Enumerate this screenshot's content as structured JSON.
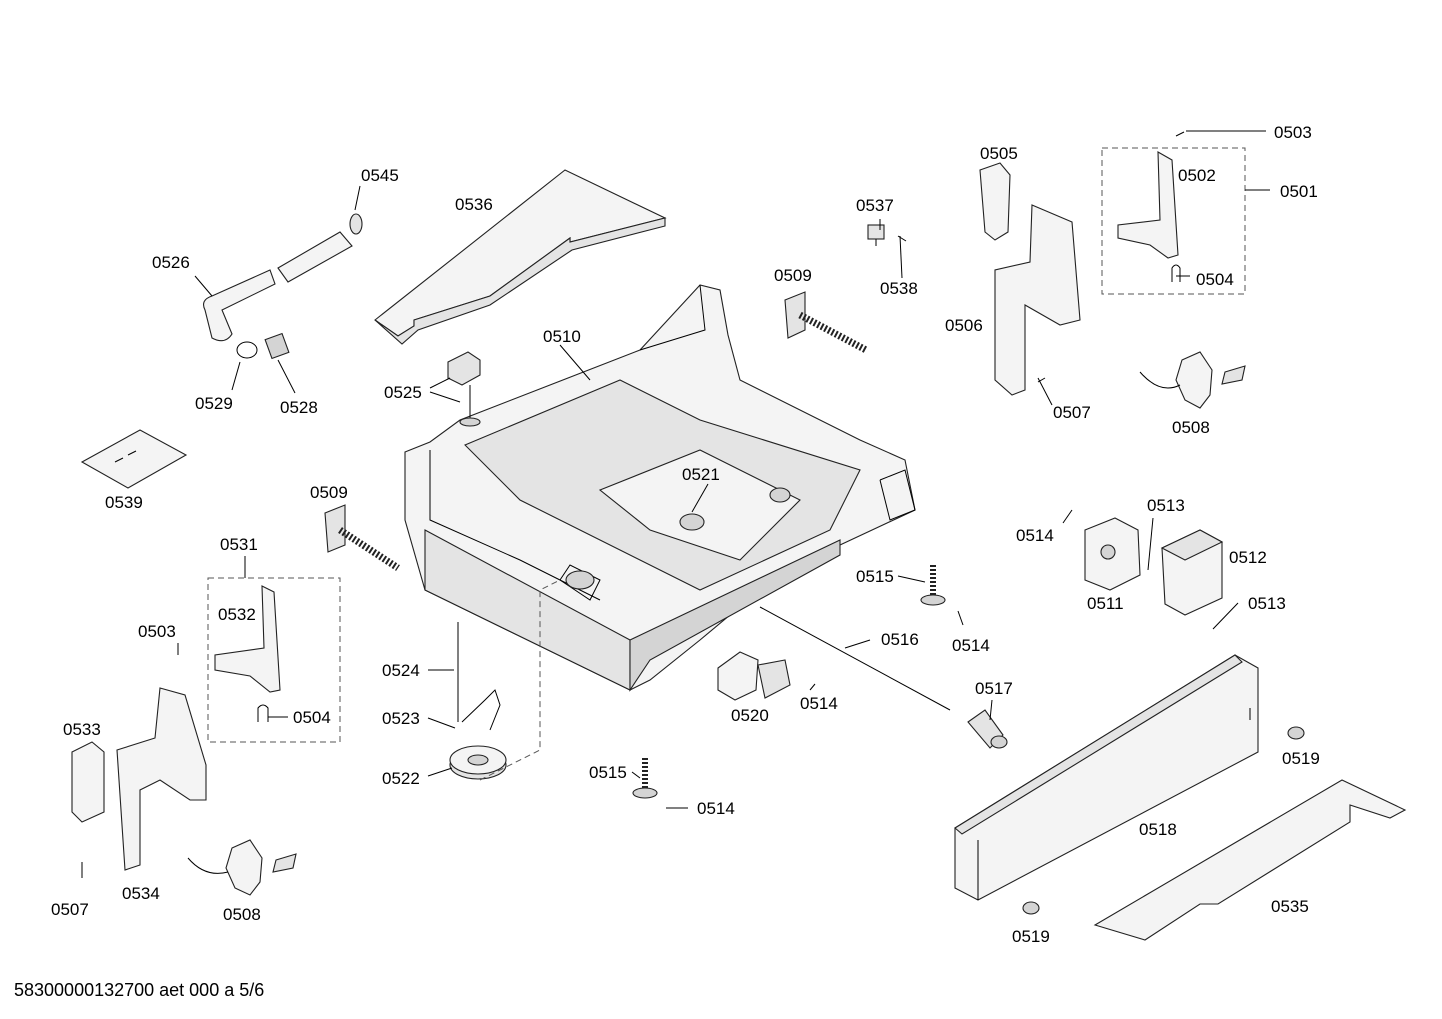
{
  "parts": [
    {
      "id": "p0503a",
      "label": "0503"
    },
    {
      "id": "p0501",
      "label": "0501"
    },
    {
      "id": "p0502",
      "label": "0502"
    },
    {
      "id": "p0504a",
      "label": "0504"
    },
    {
      "id": "p0505",
      "label": "0505"
    },
    {
      "id": "p0506",
      "label": "0506"
    },
    {
      "id": "p0507a",
      "label": "0507"
    },
    {
      "id": "p0508a",
      "label": "0508"
    },
    {
      "id": "p0537",
      "label": "0537"
    },
    {
      "id": "p0538",
      "label": "0538"
    },
    {
      "id": "p0509a",
      "label": "0509"
    },
    {
      "id": "p0536",
      "label": "0536"
    },
    {
      "id": "p0545",
      "label": "0545"
    },
    {
      "id": "p0526",
      "label": "0526"
    },
    {
      "id": "p0529",
      "label": "0529"
    },
    {
      "id": "p0528",
      "label": "0528"
    },
    {
      "id": "p0510",
      "label": "0510"
    },
    {
      "id": "p0525",
      "label": "0525"
    },
    {
      "id": "p0539",
      "label": "0539"
    },
    {
      "id": "p0521",
      "label": "0521"
    },
    {
      "id": "p0509b",
      "label": "0509"
    },
    {
      "id": "p0531",
      "label": "0531"
    },
    {
      "id": "p0532",
      "label": "0532"
    },
    {
      "id": "p0503b",
      "label": "0503"
    },
    {
      "id": "p0504b",
      "label": "0504"
    },
    {
      "id": "p0533",
      "label": "0533"
    },
    {
      "id": "p0534",
      "label": "0534"
    },
    {
      "id": "p0507b",
      "label": "0507"
    },
    {
      "id": "p0508b",
      "label": "0508"
    },
    {
      "id": "p0524",
      "label": "0524"
    },
    {
      "id": "p0523",
      "label": "0523"
    },
    {
      "id": "p0522",
      "label": "0522"
    },
    {
      "id": "p0515a",
      "label": "0515"
    },
    {
      "id": "p0514a",
      "label": "0514"
    },
    {
      "id": "p0514b",
      "label": "0514"
    },
    {
      "id": "p0516",
      "label": "0516"
    },
    {
      "id": "p0520",
      "label": "0520"
    },
    {
      "id": "p0514c",
      "label": "0514"
    },
    {
      "id": "p0515b",
      "label": "0515"
    },
    {
      "id": "p0514d",
      "label": "0514"
    },
    {
      "id": "p0517",
      "label": "0517"
    },
    {
      "id": "p0513a",
      "label": "0513"
    },
    {
      "id": "p0512",
      "label": "0512"
    },
    {
      "id": "p0511",
      "label": "0511"
    },
    {
      "id": "p0513b",
      "label": "0513"
    },
    {
      "id": "p0519a",
      "label": "0519"
    },
    {
      "id": "p0518",
      "label": "0518"
    },
    {
      "id": "p0535",
      "label": "0535"
    },
    {
      "id": "p0519b",
      "label": "0519"
    }
  ],
  "footer": "58300000132700 aet 000 a 5/6"
}
